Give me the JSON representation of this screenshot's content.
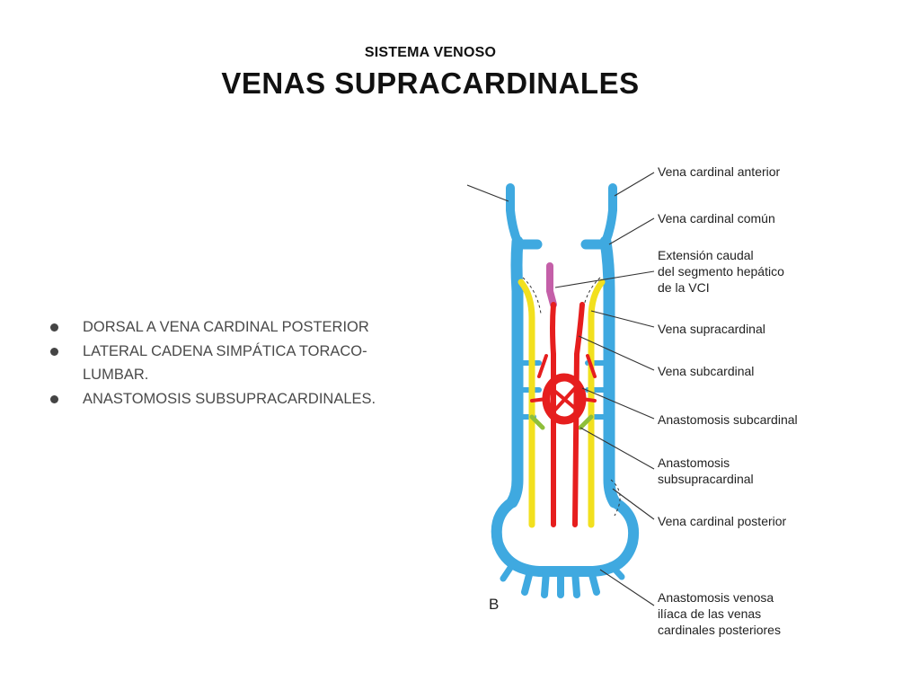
{
  "slide": {
    "subtitle": "SISTEMA VENOSO",
    "title": "VENAS SUPRACARDINALES"
  },
  "bullets": [
    "DORSAL  A  VENA CARDINAL POSTERIOR",
    "LATERAL CADENA SIMPÁTICA TORACO-\nLUMBAR.",
    "ANASTOMOSIS  SUBSUPRACARDINALES."
  ],
  "figure": {
    "panel_letter": "B",
    "labels": [
      "Vena cardinal anterior",
      "Vena cardinal común",
      "Extensión caudal",
      "del segmento hepático",
      "de la VCI",
      "Vena supracardinal",
      "Vena subcardinal",
      "Anastomosis subcardinal",
      "Anastomosis",
      "subsupracardinal",
      "Vena cardinal posterior",
      "Anastomosis venosa",
      "ilíaca de las venas",
      "cardinales posteriores"
    ],
    "colors": {
      "cardinal": "#3fa9e0",
      "supracardinal": "#f2e01e",
      "subcardinal": "#e61e1e",
      "hepatic_extension": "#c45fa8",
      "anastomosis_subsupra": "#8fbf3a",
      "leader_line": "#333333"
    }
  }
}
